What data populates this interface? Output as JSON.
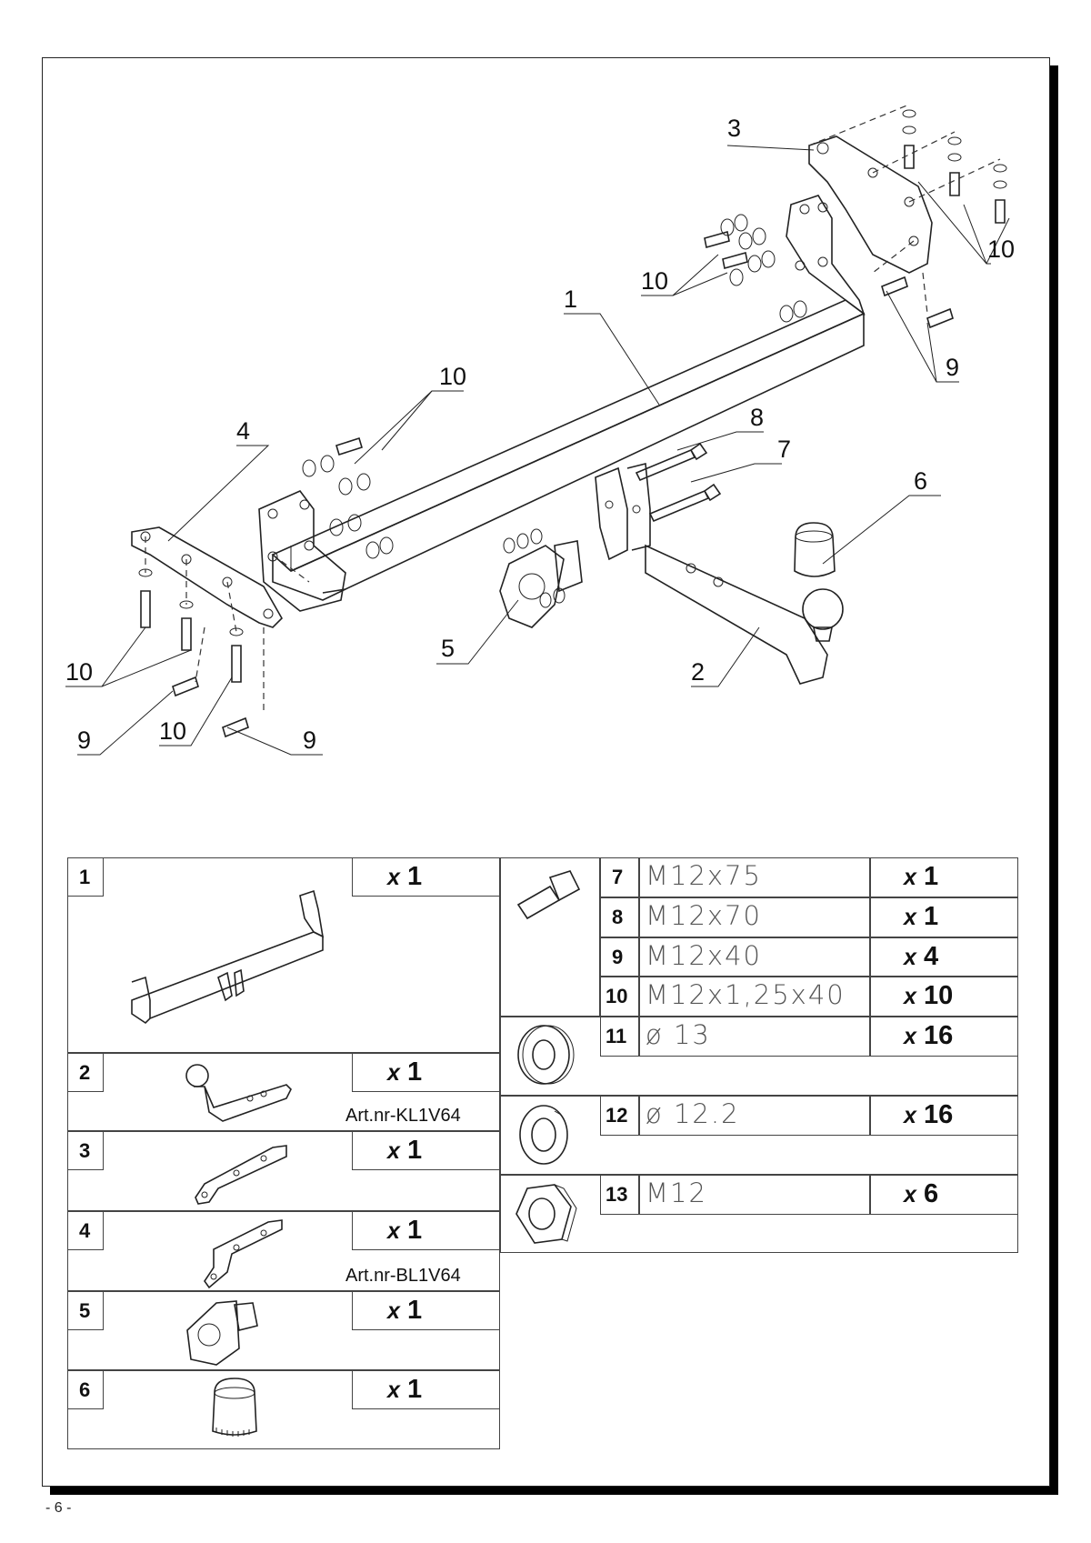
{
  "diagram": {
    "labels": {
      "l1": "1",
      "l2": "2",
      "l3": "3",
      "l4": "4",
      "l5": "5",
      "l6": "6",
      "l7": "7",
      "l8": "8",
      "l9a": "9",
      "l9b": "9",
      "l9c": "9",
      "l10a": "10",
      "l10b": "10",
      "l10c": "10",
      "l10d": "10",
      "l10e": "10"
    }
  },
  "parts_left": [
    {
      "num": "1",
      "qty_x": "x",
      "qty": "1",
      "art": ""
    },
    {
      "num": "2",
      "qty_x": "x",
      "qty": "1",
      "art": "Art.nr-KL1V64"
    },
    {
      "num": "3",
      "qty_x": "x",
      "qty": "1",
      "art": ""
    },
    {
      "num": "4",
      "qty_x": "x",
      "qty": "1",
      "art": "Art.nr-BL1V64"
    },
    {
      "num": "5",
      "qty_x": "x",
      "qty": "1",
      "art": ""
    },
    {
      "num": "6",
      "qty_x": "x",
      "qty": "1",
      "art": ""
    }
  ],
  "parts_right": [
    {
      "num": "7",
      "spec": "M12x75",
      "qty_x": "x",
      "qty": "1"
    },
    {
      "num": "8",
      "spec": "M12x70",
      "qty_x": "x",
      "qty": "1"
    },
    {
      "num": "9",
      "spec": "M12x40",
      "qty_x": "x",
      "qty": "4"
    },
    {
      "num": "10",
      "spec": "M12x1,25x40",
      "qty_x": "x",
      "qty": "10"
    },
    {
      "num": "11",
      "spec": "ø 13",
      "qty_x": "x",
      "qty": "16"
    },
    {
      "num": "12",
      "spec": "ø 12.2",
      "qty_x": "x",
      "qty": "16"
    },
    {
      "num": "13",
      "spec": "M12",
      "qty_x": "x",
      "qty": "6"
    }
  ],
  "footer": {
    "page": "- 6 -"
  }
}
